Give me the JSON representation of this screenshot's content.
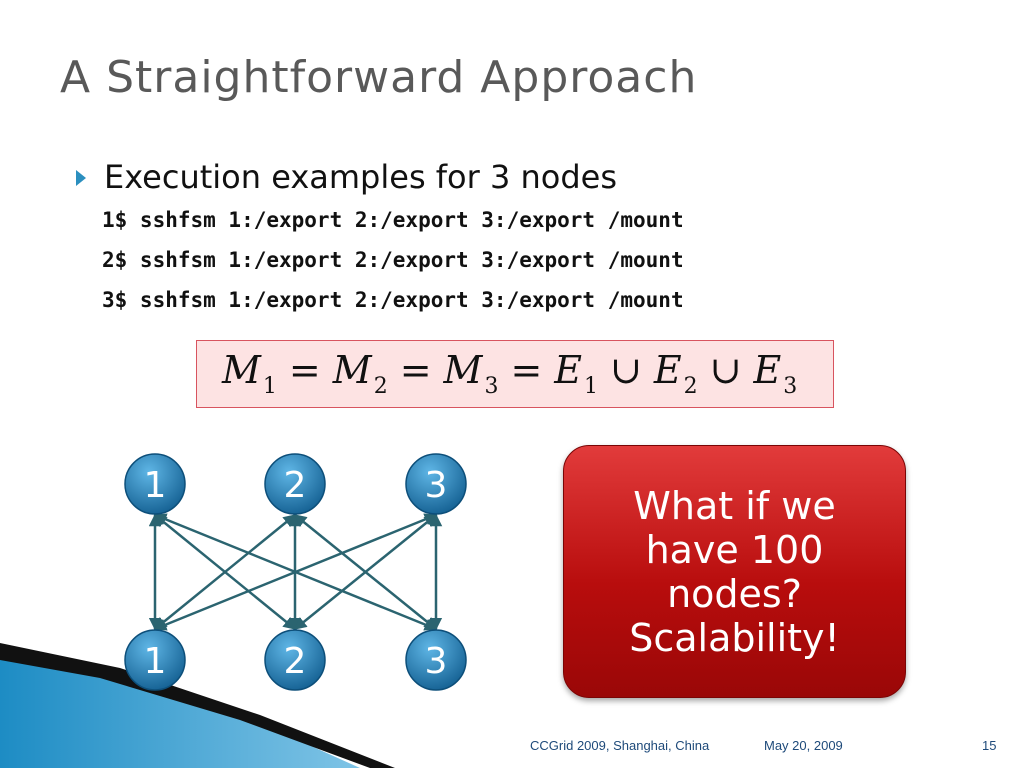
{
  "slide": {
    "title": "A Straightforward Approach",
    "bullet": "Execution examples for 3 nodes",
    "commands": [
      "1$ sshfsm 1:/export 2:/export 3:/export /mount",
      "2$ sshfsm 1:/export 2:/export 3:/export /mount",
      "3$ sshfsm 1:/export 2:/export 3:/export /mount"
    ]
  },
  "formula": {
    "m": "M",
    "e": "E",
    "sub1": "1",
    "sub2": "2",
    "sub3": "3",
    "eq": "=",
    "union": "∪"
  },
  "diagram": {
    "top_nodes": [
      "1",
      "2",
      "3"
    ],
    "bottom_nodes": [
      "1",
      "2",
      "3"
    ],
    "node_color": "#1e7fb8",
    "edge_color": "#2b6470"
  },
  "callout": {
    "lines": [
      "What if we",
      "have 100",
      "nodes?",
      "Scalability!"
    ],
    "color": "#c41414"
  },
  "footer": {
    "venue": "CCGrid 2009, Shanghai, China",
    "date": "May 20, 2009",
    "page": "15"
  }
}
